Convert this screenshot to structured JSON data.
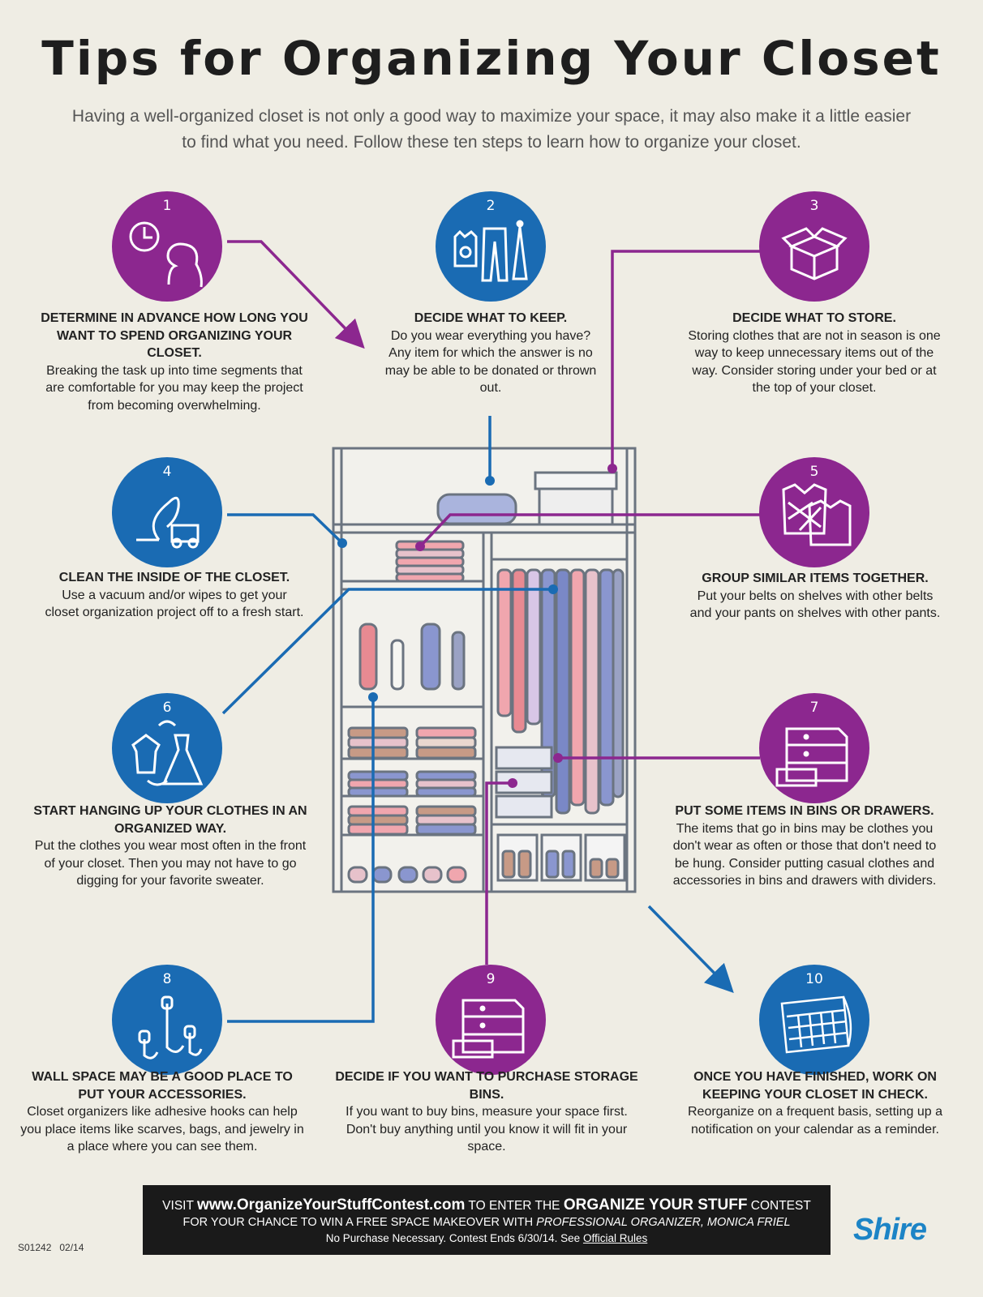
{
  "title": "Tips for Organizing Your Closet",
  "intro": "Having a well-organized closet is not only a good way to maximize your space, it may also make it a little easier to find what you need. Follow these ten steps to learn how to organize your closet.",
  "colors": {
    "purple": "#8c278f",
    "blue": "#1a6bb3",
    "background": "#efede4"
  },
  "steps": [
    {
      "number": "1",
      "icon": "clock-person-icon",
      "heading": "DETERMINE IN ADVANCE HOW LONG YOU WANT TO SPEND ORGANIZING YOUR CLOSET.",
      "text": "Breaking the task up into time segments that are comfortable for you may keep the project from becoming overwhelming."
    },
    {
      "number": "2",
      "icon": "clothes-icon",
      "heading": "DECIDE WHAT TO KEEP.",
      "text": "Do you wear everything you have? Any item for which the answer is no may be able to be donated or thrown out."
    },
    {
      "number": "3",
      "icon": "box-icon",
      "heading": "DECIDE WHAT TO STORE.",
      "text": "Storing clothes that are not in season is one way to keep unnecessary items out of the way. Consider storing under your bed or at the top of your closet."
    },
    {
      "number": "4",
      "icon": "vacuum-icon",
      "heading": "CLEAN THE INSIDE OF THE CLOSET.",
      "text": "Use a vacuum and/or wipes to get your closet organization project off to a fresh start."
    },
    {
      "number": "5",
      "icon": "sweaters-icon",
      "heading": "GROUP SIMILAR ITEMS TOGETHER.",
      "text": "Put your belts on shelves with other belts and your pants on shelves with other pants."
    },
    {
      "number": "6",
      "icon": "hanging-clothes-icon",
      "heading": "START HANGING UP YOUR CLOTHES IN AN ORGANIZED WAY.",
      "text": "Put the clothes you wear most often in the front of your closet. Then you may not have to go digging for your favorite sweater."
    },
    {
      "number": "7",
      "icon": "drawers-icon",
      "heading": "PUT SOME ITEMS IN BINS OR DRAWERS.",
      "text": "The items that go in bins may be clothes you don't wear as often or those that don't need to be hung. Consider putting casual clothes and accessories in bins and drawers with dividers."
    },
    {
      "number": "8",
      "icon": "hooks-icon",
      "heading": "WALL SPACE MAY BE A GOOD PLACE TO PUT YOUR ACCESSORIES.",
      "text": "Closet organizers like adhesive hooks can help you place items like scarves, bags, and jewelry in a place where you can see them."
    },
    {
      "number": "9",
      "icon": "storage-bins-icon",
      "heading": "DECIDE IF YOU WANT TO PURCHASE STORAGE BINS.",
      "text": "If you want to buy bins, measure your space first. Don't buy anything until you know it will fit in your space."
    },
    {
      "number": "10",
      "icon": "calendar-icon",
      "heading": "ONCE YOU HAVE FINISHED, WORK ON KEEPING YOUR CLOSET IN CHECK.",
      "text": "Reorganize on a frequent basis, setting up a notification on your calendar as a reminder."
    }
  ],
  "footer": {
    "visit": "VISIT",
    "url": "www.OrganizeYourStuffContest.com",
    "to_enter": "TO ENTER THE",
    "contest_name": "ORGANIZE YOUR STUFF",
    "contest": "CONTEST",
    "line2": "FOR YOUR CHANCE TO WIN A FREE SPACE MAKEOVER WITH",
    "organizer": "PROFESSIONAL ORGANIZER, MONICA FRIEL",
    "line3": "No Purchase Necessary. Contest Ends 6/30/14. See",
    "rules_link": "Official Rules"
  },
  "code": "S01242   02/14",
  "logo": "Shire"
}
